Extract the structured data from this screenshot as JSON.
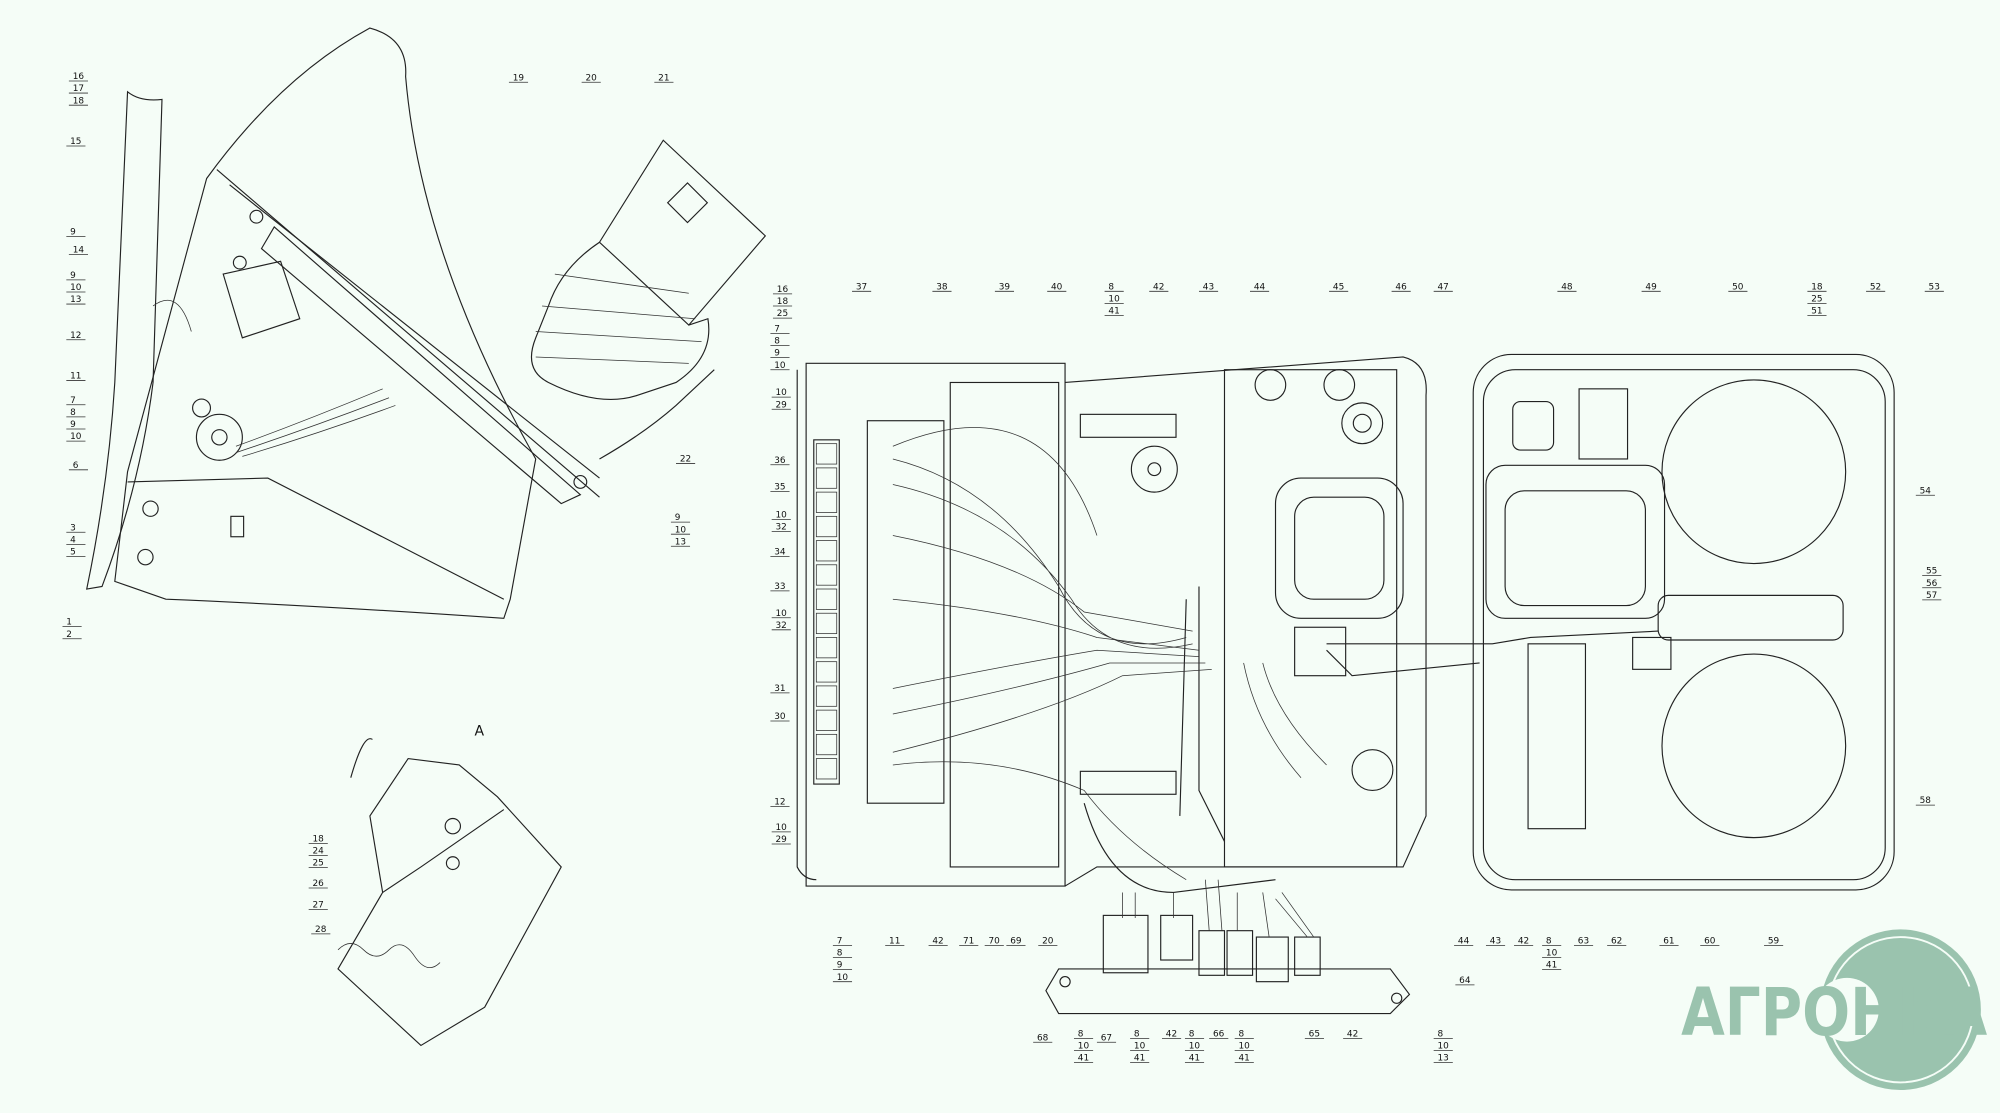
{
  "drawing": {
    "view_label": "A",
    "callouts": [
      [
        "16",
        "17",
        "18"
      ],
      [
        "15"
      ],
      [
        "9"
      ],
      [
        "14"
      ],
      [
        "9",
        "10",
        "13"
      ],
      [
        "12"
      ],
      [
        "11"
      ],
      [
        "7",
        "8",
        "9",
        "10"
      ],
      [
        "6"
      ],
      [
        "3",
        "4",
        "5"
      ],
      [
        "1",
        "2"
      ],
      [
        "19"
      ],
      [
        "20"
      ],
      [
        "21"
      ],
      [
        "22"
      ],
      [
        "9",
        "10",
        "13"
      ],
      [
        "18",
        "24",
        "25"
      ],
      [
        "26"
      ],
      [
        "27"
      ],
      [
        "28"
      ],
      [
        "16",
        "18",
        "25"
      ],
      [
        "37"
      ],
      [
        "38"
      ],
      [
        "39"
      ],
      [
        "40"
      ],
      [
        "8",
        "10",
        "41"
      ],
      [
        "42"
      ],
      [
        "43"
      ],
      [
        "44"
      ],
      [
        "45"
      ],
      [
        "46"
      ],
      [
        "47"
      ],
      [
        "48"
      ],
      [
        "49"
      ],
      [
        "50"
      ],
      [
        "18",
        "25",
        "51"
      ],
      [
        "52"
      ],
      [
        "53"
      ],
      [
        "7",
        "8",
        "9",
        "10"
      ],
      [
        "10",
        "29"
      ],
      [
        "36"
      ],
      [
        "35"
      ],
      [
        "10",
        "32"
      ],
      [
        "34"
      ],
      [
        "33"
      ],
      [
        "10",
        "32"
      ],
      [
        "31"
      ],
      [
        "30"
      ],
      [
        "12"
      ],
      [
        "10",
        "29"
      ],
      [
        "7",
        "8",
        "9",
        "10"
      ],
      [
        "11"
      ],
      [
        "42"
      ],
      [
        "71"
      ],
      [
        "70"
      ],
      [
        "69"
      ],
      [
        "20"
      ],
      [
        "68"
      ],
      [
        "8",
        "10",
        "41"
      ],
      [
        "67"
      ],
      [
        "8",
        "10",
        "41"
      ],
      [
        "42"
      ],
      [
        "8",
        "10",
        "41"
      ],
      [
        "66"
      ],
      [
        "8",
        "10",
        "41"
      ],
      [
        "65"
      ],
      [
        "42"
      ],
      [
        "8",
        "10",
        "13"
      ],
      [
        "64"
      ],
      [
        "44"
      ],
      [
        "43"
      ],
      [
        "42"
      ],
      [
        "8",
        "10",
        "41"
      ],
      [
        "63"
      ],
      [
        "62"
      ],
      [
        "61"
      ],
      [
        "60"
      ],
      [
        "59"
      ],
      [
        "58"
      ],
      [
        "55",
        "56",
        "57"
      ],
      [
        "54"
      ]
    ]
  },
  "logo": {
    "text": "АГРОНКА",
    "color": "#9ac3ae"
  },
  "colors": {
    "background": "#f5fdf7",
    "line": "#222222"
  }
}
